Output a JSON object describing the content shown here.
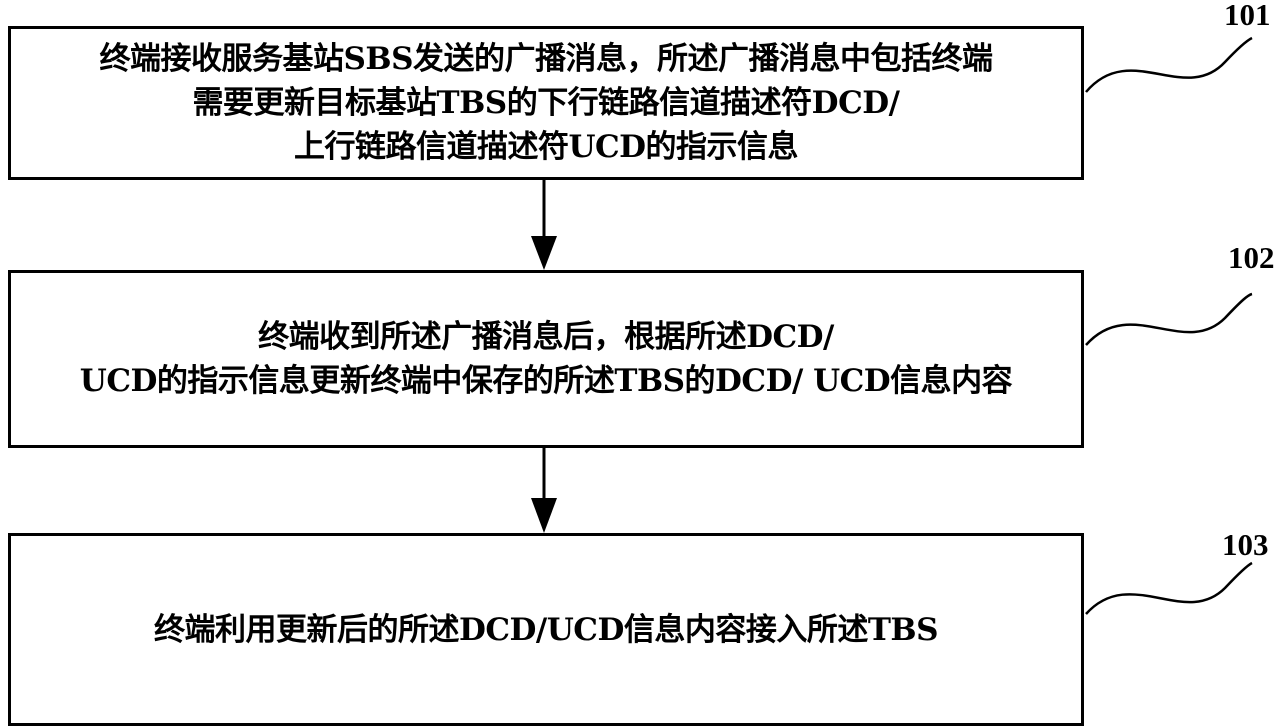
{
  "steps": [
    {
      "ref": "101",
      "lines": [
        "终端接收服务基站SBS发送的广播消息，所述广播消息中包括终端",
        "需要更新目标基站TBS的下行链路信道描述符DCD/",
        "上行链路信道描述符UCD的指示信息"
      ]
    },
    {
      "ref": "102",
      "lines": [
        "终端收到所述广播消息后，根据所述DCD/",
        "UCD的指示信息更新终端中保存的所述TBS的DCD/ UCD信息内容"
      ]
    },
    {
      "ref": "103",
      "lines": [
        "终端利用更新后的所述DCD/UCD信息内容接入所述TBS"
      ]
    }
  ],
  "colors": {
    "stroke": "#000000",
    "background": "#ffffff"
  }
}
